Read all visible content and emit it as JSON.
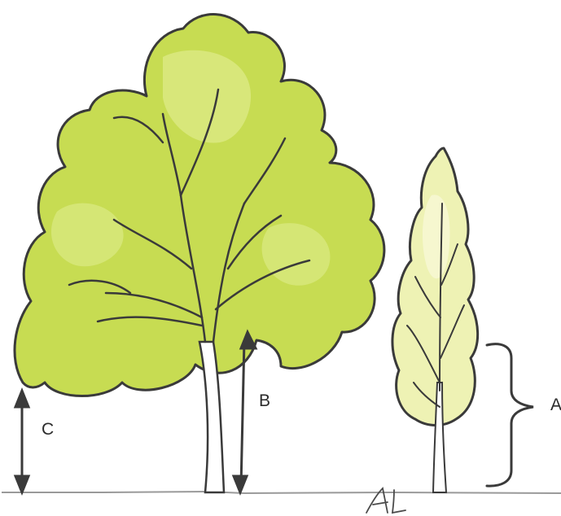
{
  "labels": {
    "a": "A",
    "b": "B",
    "c": "C"
  },
  "colors": {
    "broadleaf_foliage": "#c7dc52",
    "broadleaf_highlight": "#dcea84",
    "columnar_foliage": "#eef2b4",
    "columnar_highlight": "#f6f7d2",
    "outline": "#3a3a3a",
    "ground": "#9a9a9a",
    "background": "#ffffff"
  },
  "icons": {
    "signature": "handwritten-initials"
  }
}
